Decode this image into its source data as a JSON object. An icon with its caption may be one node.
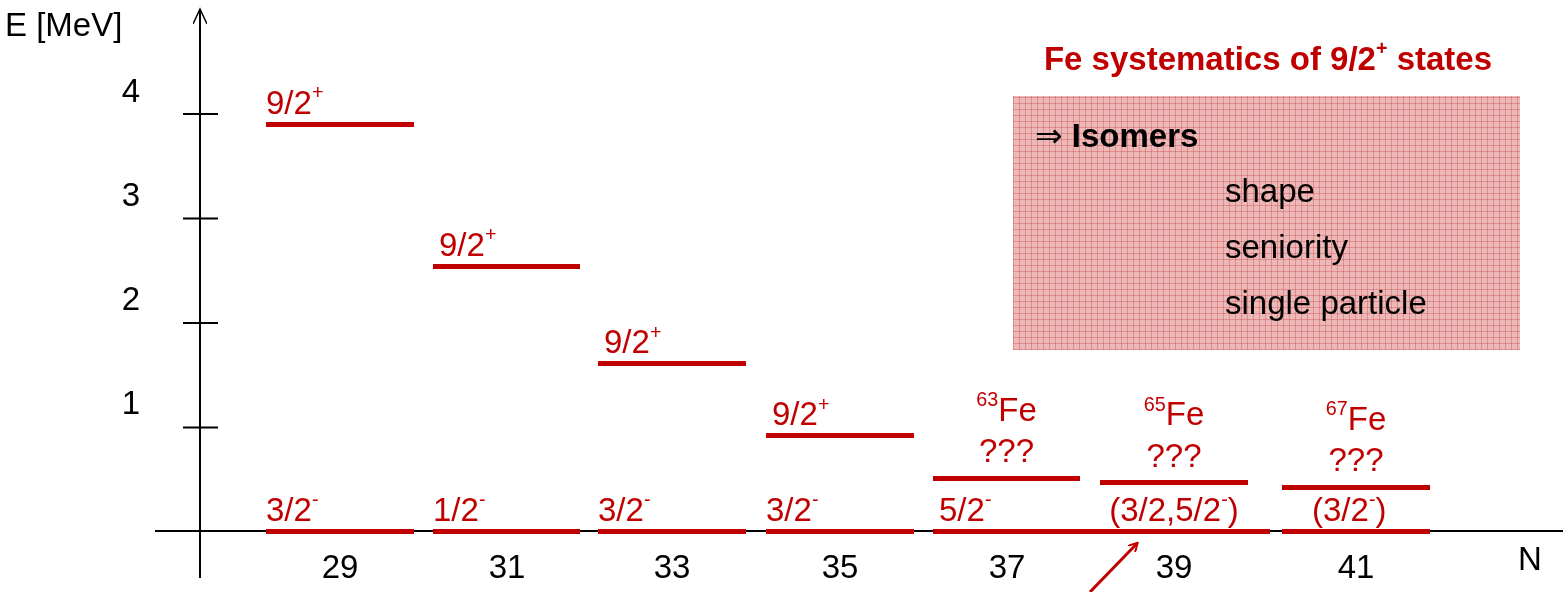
{
  "diagram": {
    "title": "Fe systematics of 9/2$^{+}$ states",
    "nodes": [
      {
        "text": [
          "⇒ **Isomers**",
          "shape",
          "seniority",
          "single particle"
        ]
      },
      {
        "text": [
          "9/2$^{+}$"
        ]
      },
      {
        "text": [
          "3/2$^{-}$"
        ]
      },
      {
        "text": [
          "9/2$^{+}$"
        ]
      },
      {
        "text": [
          "1/2$^{-}$"
        ]
      },
      {
        "text": [
          "9/2$^{+}$"
        ]
      },
      {
        "text": [
          "3/2$^{-}$"
        ]
      },
      {
        "text": [
          "9/2$^{+}$"
        ]
      },
      {
        "text": [
          "3/2$^{-}$"
        ]
      },
      {
        "text": [
          "???"
        ],
        "beside": [
          "$^{63}$Fe"
        ]
      },
      {
        "text": [
          "5/2$^{-}$"
        ]
      },
      {
        "text": [
          "???"
        ],
        "beside": [
          "$^{65}$Fe"
        ]
      },
      {
        "text": [
          "(3/2,5/2$^{-}$)"
        ]
      },
      {
        "text": [
          "???"
        ],
        "beside": [
          "$^{67}$Fe"
        ]
      },
      {
        "text": [
          "(3/2$^{-}$)"
        ]
      }
    ],
    "edges": [
      {
        "from": null,
        "to": 12,
        "arrow": "to"
      }
    ],
    "labels": [
      "E [MeV]",
      "4",
      "3",
      "2",
      "1",
      "29",
      "31",
      "33",
      "35",
      "37",
      "39",
      "41",
      "N"
    ]
  }
}
